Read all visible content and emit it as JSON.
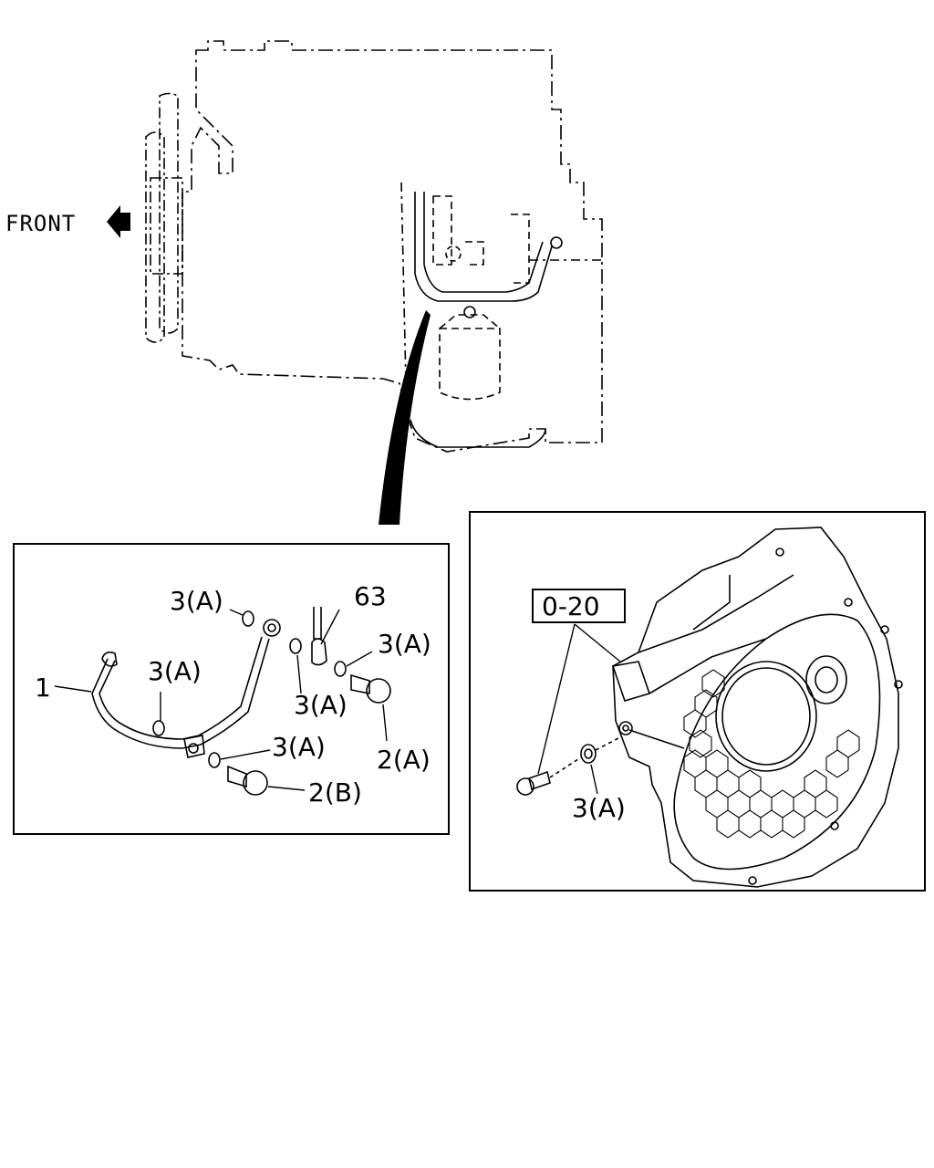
{
  "overview": {
    "direction_label": "FRONT"
  },
  "detail_left": {
    "labels": {
      "pipe": "1",
      "gasket_top": "3(A)",
      "gasket_mid_left": "3(A)",
      "fitting": "63",
      "gasket_right_top": "3(A)",
      "gasket_right_mid": "3(A)",
      "gasket_lower": "3(A)",
      "bolt_a": "2(A)",
      "bolt_b": "2(B)"
    }
  },
  "detail_right": {
    "ref_code": "0-20",
    "washer_label": "3(A)"
  }
}
